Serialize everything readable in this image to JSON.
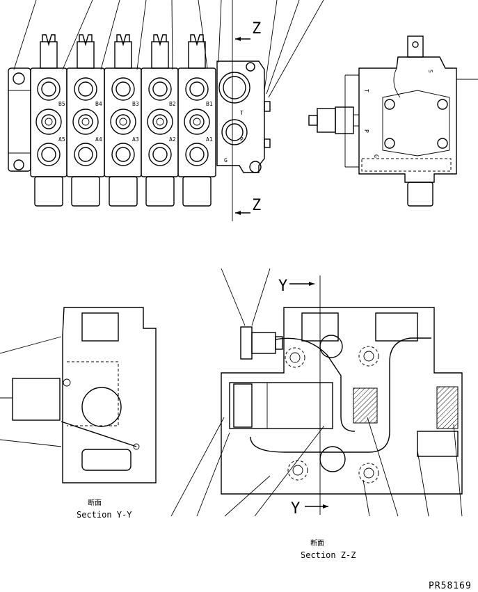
{
  "front_view": {
    "port_labels_b": [
      "B5",
      "B4",
      "B3",
      "B2",
      "B1"
    ],
    "port_labels_a": [
      "A5",
      "A4",
      "A3",
      "A2",
      "A1"
    ],
    "end_plate_labels": [
      "T",
      "P",
      "G"
    ]
  },
  "side_view": {
    "labels": [
      "S",
      "T",
      "P",
      "G"
    ]
  },
  "section_markers": {
    "z_top": "Z",
    "z_bottom": "Z",
    "y_top": "Y",
    "y_bottom": "Y"
  },
  "captions": {
    "yy_kanji": "断面",
    "yy_text": "Section Y-Y",
    "zz_kanji": "断面",
    "zz_text": "Section Z-Z"
  },
  "drawing_code": "PR58169"
}
